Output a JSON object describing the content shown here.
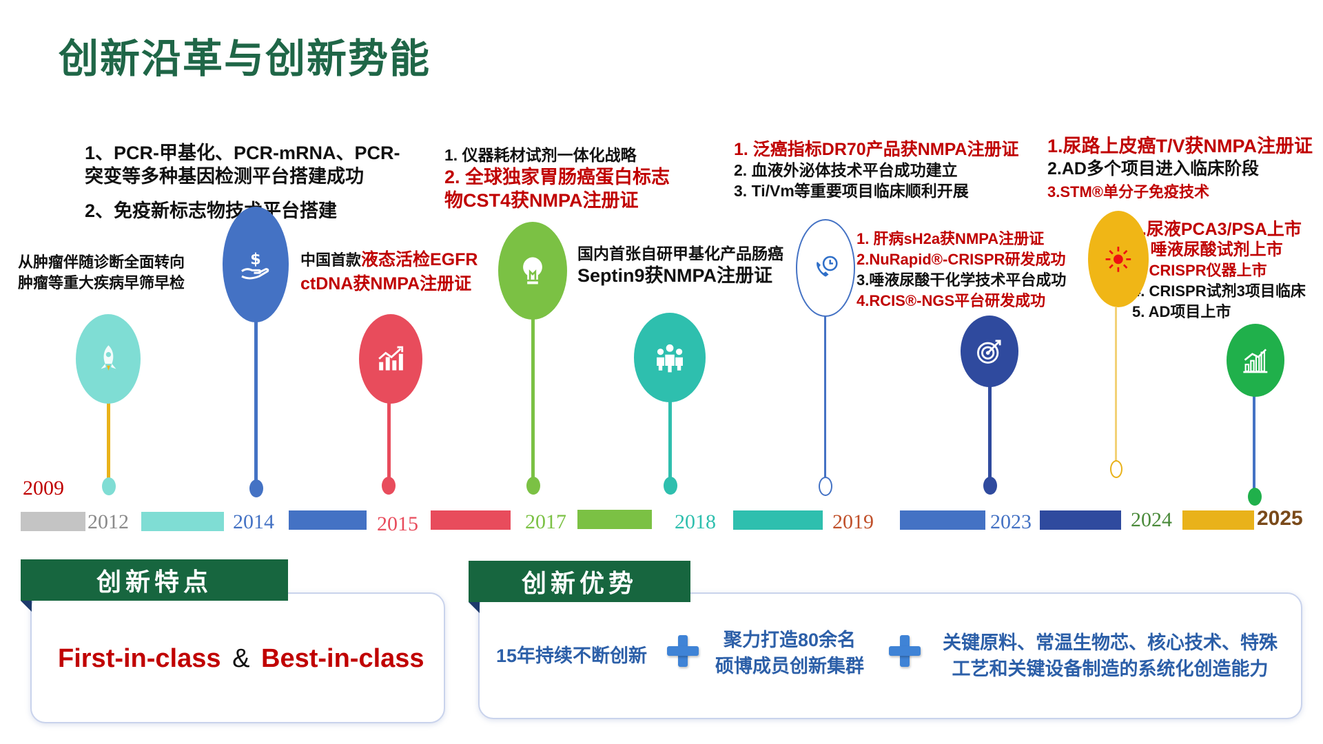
{
  "title": "创新沿革与创新势能",
  "milestones": {
    "m2009": "从肿瘤伴随诊断全面转向\n肿瘤等重大疾病早筛早检",
    "m2014_top": [
      "1、PCR-甲基化、PCR-mRNA、PCR-",
      "突变等多种基因检测平台搭建成功",
      "2、免疫新标志物技术平台搭建"
    ],
    "m2015_prefix": "中国首款",
    "m2015_red1": "液态活检EGFR",
    "m2015_red2": "ctDNA获NMPA注册证",
    "m2017_line1": "1. 仪器耗材试剂一体化战略",
    "m2017_red": "2. 全球独家胃肠癌蛋白标志\n物CST4获NMPA注册证",
    "m2018_line1": "国内首张自研甲基化产品肠癌",
    "m2018_line2": "Septin9获NMPA注册证",
    "m2019_top_red": "1. 泛癌指标DR70产品获NMPA注册证",
    "m2019_top_2": "2. 血液外泌体技术平台成功建立",
    "m2019_top_3": "3. Ti/Vm等重要项目临床顺利开展",
    "m2023_1": "1. 肝病sH2a获NMPA注册证",
    "m2023_2": "2.NuRapid®-CRISPR研发成功",
    "m2023_3": "3.唾液尿酸干化学技术平台成功",
    "m2023_4": "4.RCIS®-NGS平台研发成功",
    "m2024_top_1": "1.尿路上皮癌T/V获NMPA注册证",
    "m2024_top_2": "2.AD多个项目进入临床阶段",
    "m2024_top_3": "3.STM®单分子免疫技术",
    "m2025_1": "1.尿液PCA3/PSA上市",
    "m2025_2": "2. 唾液尿酸试剂上市",
    "m2025_3": "3. CRISPR仪器上市",
    "m2025_4": "4. CRISPR试剂3项目临床",
    "m2025_5": "5. AD项目上市"
  },
  "years": [
    "2009",
    "2012",
    "2014",
    "2015",
    "2017",
    "2018",
    "2019",
    "2023",
    "2024",
    "2025"
  ],
  "colors": {
    "title": "#1f6647",
    "red": "#c00000",
    "gold": "#e9b21a",
    "mint": "#7fddd4",
    "blue": "#4472c4",
    "crimson": "#e84c5c",
    "green": "#7bc144",
    "teal": "#2ebfae",
    "navy": "#2f4a9e",
    "emerald": "#20b04b",
    "gray": "#c4c4c4"
  },
  "icons": [
    "rocket-icon",
    "dollar-hand-icon",
    "growth-chart-icon",
    "lightbulb-icon",
    "team-icon",
    "phone-clock-icon",
    "target-icon",
    "sun-icon",
    "bar-growth-icon"
  ],
  "panel_left": {
    "title": "创新特点",
    "text_first": "First-in-class",
    "text_amp": "&",
    "text_best": "Best-in-class"
  },
  "panel_right": {
    "title": "创新优势",
    "item1": "15年持续不断创新",
    "item2": "聚力打造80余名\n硕博成员创新集群",
    "item3": "关键原料、常温生物芯、核心技术、特殊\n工艺和关键设备制造的系统化创造能力"
  }
}
